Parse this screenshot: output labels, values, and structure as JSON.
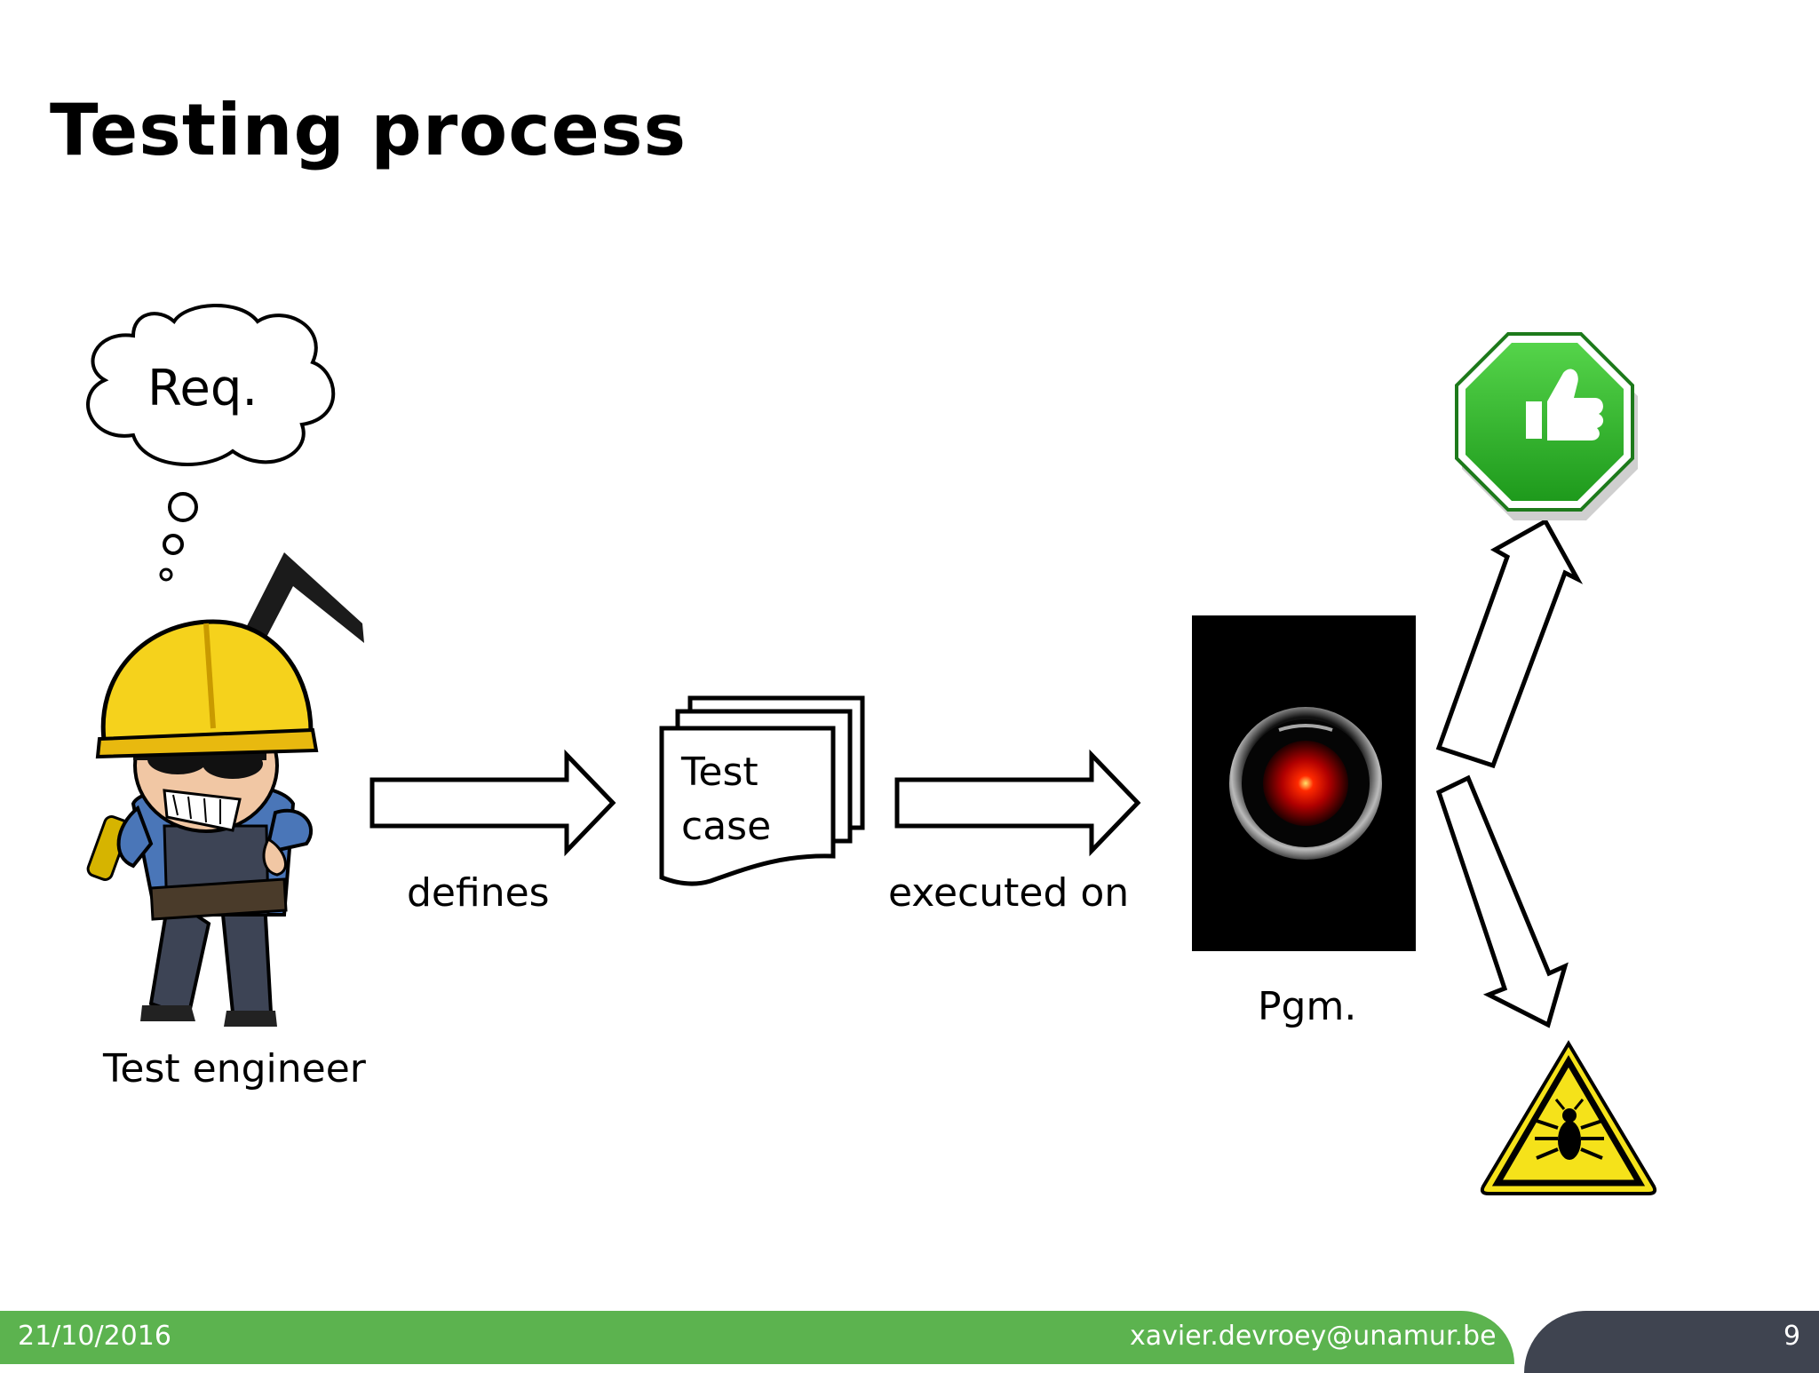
{
  "slide": {
    "title": "Testing process",
    "thought_bubble": "Req.",
    "actor_label": "Test engineer",
    "edge_defines": "defines",
    "test_case_line1": "Test",
    "test_case_line2": "case",
    "edge_executed": "executed on",
    "program_label": "Pgm.",
    "outcomes": {
      "pass_icon": "thumbs-up-stop-sign-icon",
      "fail_icon": "bug-warning-triangle-icon"
    }
  },
  "footer": {
    "date": "21/10/2016",
    "email": "xavier.devroey@unamur.be",
    "page_number": "9"
  },
  "colors": {
    "footer_green": "#5cb34f",
    "footer_dark": "#3f4450",
    "pass_green": "#2fb52c",
    "warning_yellow": "#f5e21a",
    "program_red": "#e00000"
  }
}
